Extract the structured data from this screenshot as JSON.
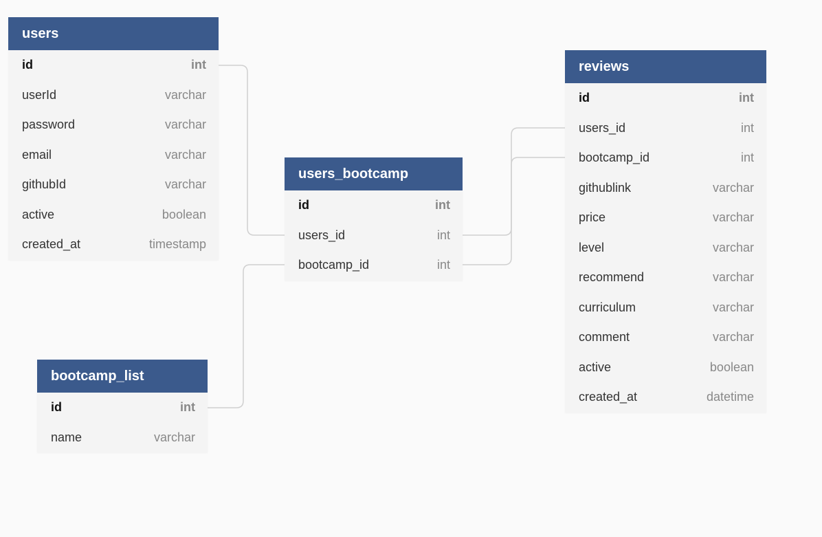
{
  "colors": {
    "background": "#fafafa",
    "header": "#3b5a8c",
    "table_body": "#f4f4f4",
    "connector": "#d0d0d0"
  },
  "tables": [
    {
      "name": "users",
      "columns": [
        {
          "name": "id",
          "type": "int",
          "pk": true
        },
        {
          "name": "userId",
          "type": "varchar"
        },
        {
          "name": "password",
          "type": "varchar"
        },
        {
          "name": "email",
          "type": "varchar"
        },
        {
          "name": "githubId",
          "type": "varchar"
        },
        {
          "name": "active",
          "type": "boolean"
        },
        {
          "name": "created_at",
          "type": "timestamp"
        }
      ]
    },
    {
      "name": "users_bootcamp",
      "columns": [
        {
          "name": "id",
          "type": "int",
          "pk": true
        },
        {
          "name": "users_id",
          "type": "int"
        },
        {
          "name": "bootcamp_id",
          "type": "int"
        }
      ]
    },
    {
      "name": "reviews",
      "columns": [
        {
          "name": "id",
          "type": "int",
          "pk": true
        },
        {
          "name": "users_id",
          "type": "int"
        },
        {
          "name": "bootcamp_id",
          "type": "int"
        },
        {
          "name": "githublink",
          "type": "varchar"
        },
        {
          "name": "price",
          "type": "varchar"
        },
        {
          "name": "level",
          "type": "varchar"
        },
        {
          "name": "recommend",
          "type": "varchar"
        },
        {
          "name": "curriculum",
          "type": "varchar"
        },
        {
          "name": "comment",
          "type": "varchar"
        },
        {
          "name": "active",
          "type": "boolean"
        },
        {
          "name": "created_at",
          "type": "datetime"
        }
      ]
    },
    {
      "name": "bootcamp_list",
      "columns": [
        {
          "name": "id",
          "type": "int",
          "pk": true
        },
        {
          "name": "name",
          "type": "varchar"
        }
      ]
    }
  ],
  "relationships": [
    {
      "from": "users.id",
      "to": "users_bootcamp.users_id"
    },
    {
      "from": "bootcamp_list.id",
      "to": "users_bootcamp.bootcamp_id"
    },
    {
      "from": "users_bootcamp.users_id",
      "to": "reviews.users_id"
    },
    {
      "from": "users_bootcamp.bootcamp_id",
      "to": "reviews.bootcamp_id"
    }
  ]
}
